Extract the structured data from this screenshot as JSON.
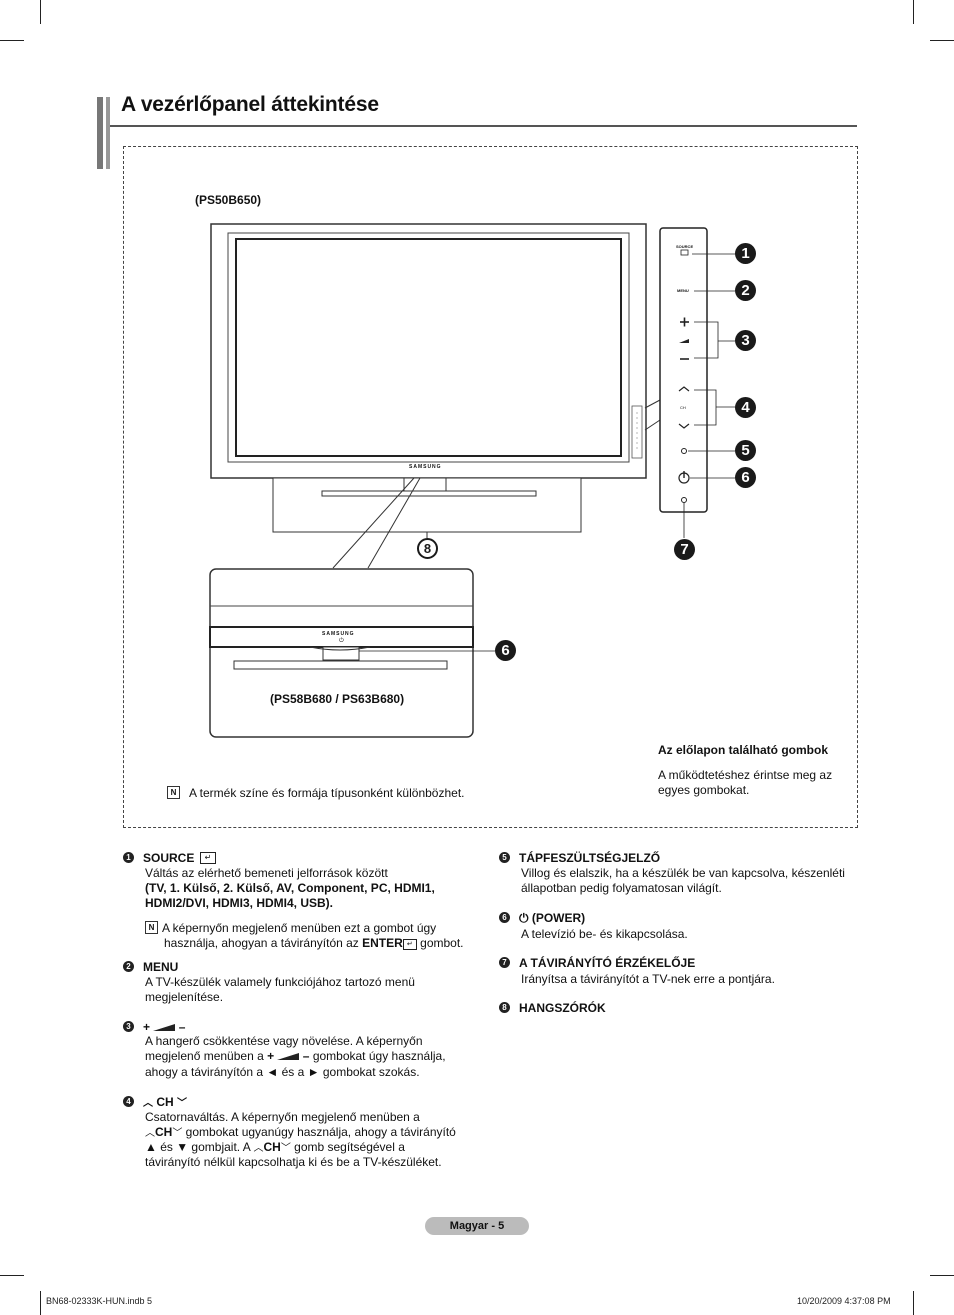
{
  "page": {
    "title": "A vezérlőpanel áttekintése",
    "model_top": "(PS50B650)",
    "model_bottom": "(PS58B680 / PS63B680)",
    "brand": "SAMSUNG",
    "front_buttons_heading": "Az előlapon található gombok",
    "front_buttons_text_1": "A működtetéshez érintse meg az",
    "front_buttons_text_2": "egyes gombokat.",
    "note_frame": "A termék színe és formája típusonként különbözhet.",
    "panel_labels": {
      "source": "SOURCE",
      "menu": "MENU",
      "ch": "CH",
      "plus": "+",
      "minus": "–"
    },
    "callouts": [
      "1",
      "2",
      "3",
      "4",
      "5",
      "6",
      "7",
      "8"
    ]
  },
  "items": {
    "i1": {
      "num": "1",
      "head": "SOURCE",
      "l1": "Váltás az elérhető bemeneti jelforrások között",
      "l2": "(TV, 1. Külső, 2. Külső, AV, Component, PC, HDMI1,",
      "l3": "HDMI2/DVI, HDMI3, HDMI4, USB).",
      "n1": "A képernyőn megjelenő menüben ezt a gombot úgy",
      "n2a": "használja, ahogyan a távirányítón az ",
      "n2b": "ENTER",
      "n2c": " gombot."
    },
    "i2": {
      "num": "2",
      "head": "MENU",
      "l1": "A TV-készülék valamely funkciójához tartozó menü",
      "l2": "megjelenítése."
    },
    "i3": {
      "num": "3",
      "head_a": "+",
      "head_b": "–",
      "l1": "A hangerő csökkentése vagy növelése. A képernyőn",
      "l2a": "megjelenő menüben a ",
      "l2b": "+",
      "l2c": "–",
      "l2d": " gombokat úgy használja,",
      "l3": "ahogy a távirányítón a ◄ és a ► gombokat szokás."
    },
    "i4": {
      "num": "4",
      "head": "CH",
      "l1": "Csatornaváltás. A képernyőn megjelenő menüben a",
      "l2a": "CH",
      "l2b": " gombokat ugyanúgy használja, ahogy a távirányító",
      "l3a": "▲ és ▼ gombjait. A ",
      "l3b": "CH",
      "l3c": " gomb segítségével a",
      "l4": "távirányító nélkül kapcsolhatja ki és be a TV-készüléket."
    },
    "i5": {
      "num": "5",
      "head": "TÁPFESZÜLTSÉGJELZŐ",
      "l1": "Villog és elalszik, ha a készülék be van kapcsolva, készenléti",
      "l2": "állapotban pedig folyamatosan világít."
    },
    "i6": {
      "num": "6",
      "head": "(POWER)",
      "l1": "A televízió be- és kikapcsolása."
    },
    "i7": {
      "num": "7",
      "head": "A TÁVIRÁNYÍTÓ ÉRZÉKELŐJE",
      "l1": "Irányítsa a távirányítót a TV-nek erre a pontjára."
    },
    "i8": {
      "num": "8",
      "head": "HANGSZÓRÓK"
    }
  },
  "footer": {
    "page_label": "Magyar - 5",
    "file": "BN68-02333K-HUN.indb   5",
    "datetime": "10/20/2009   4:37:08 PM"
  }
}
